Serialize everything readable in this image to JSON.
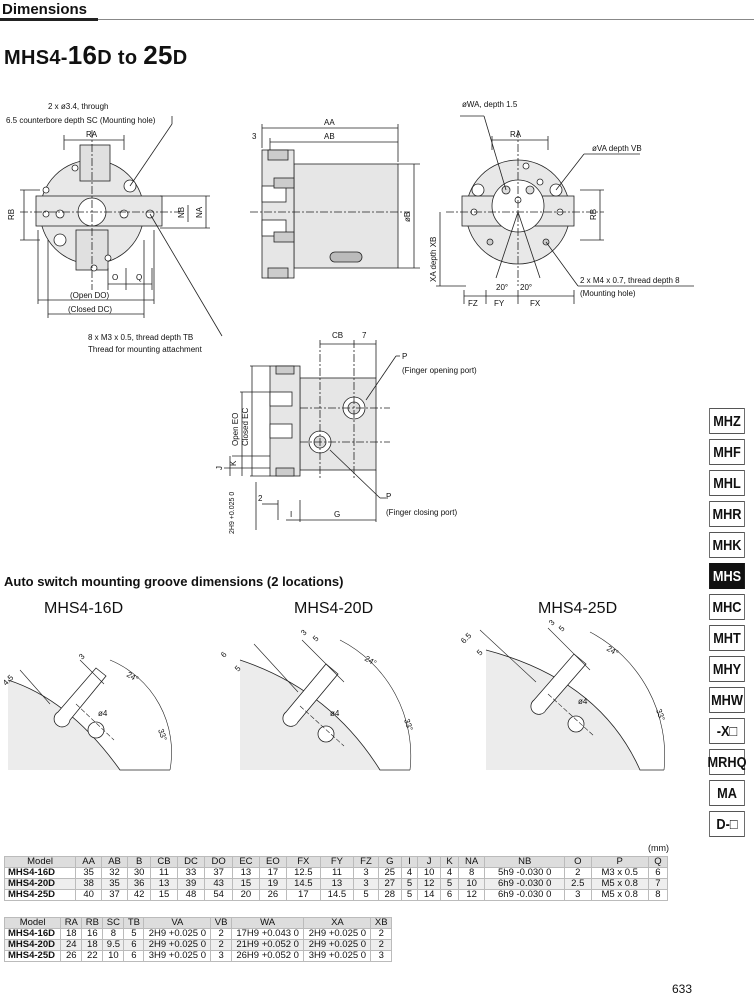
{
  "header": {
    "title": "Dimensions"
  },
  "model_title": {
    "prefix": "MHS4-",
    "n1": "16",
    "d1": "D",
    "to": " to ",
    "n2": "25",
    "d2": "D"
  },
  "front_view": {
    "hole_note_1": "2 x ø3.4, through",
    "hole_note_2": "6.5 counterbore depth SC (Mounting hole)",
    "RA": "RA",
    "RB": "RB",
    "NB": "NB",
    "NA": "NA",
    "O": "O",
    "Q": "Q",
    "open": "(Open DO)",
    "closed": "(Closed DC)",
    "thread_1": "8 x M3 x 0.5, thread depth TB",
    "thread_2": "Thread for mounting attachment"
  },
  "side_view": {
    "dim3": "3",
    "AA": "AA",
    "AB": "AB",
    "B": "øB"
  },
  "rear_view": {
    "WA": "øWA, depth 1.5",
    "RA": "RA",
    "VA": "øVA  depth VB",
    "RB": "RB",
    "XA": "XA  depth XB",
    "a20a": "20°",
    "a20b": "20°",
    "m4_1": "2 x M4 x 0.7, thread depth 8",
    "m4_2": "(Mounting hole)",
    "FZ": "FZ",
    "FY": "FY",
    "FX": "FX"
  },
  "port_view": {
    "CB": "CB",
    "seven": "7",
    "P1": "P",
    "P1n": "(Finger opening port)",
    "OpenEO": "Open EO",
    "ClosedEC": "Closed EC",
    "J": "J",
    "K": "K",
    "H9": "2H9 +0.025 0",
    "two": "2",
    "I": "I",
    "G": "G",
    "P2": "P",
    "P2n": "(Finger closing port)"
  },
  "groove": {
    "title": "Auto switch mounting groove dimensions (2 locations)",
    "models": [
      {
        "name": "MHS4-16D",
        "d1": "4.5",
        "d2": "3",
        "ang1": "24°",
        "dia": "ø4",
        "ang2": "33°"
      },
      {
        "name": "MHS4-20D",
        "d1": "6",
        "d2": "5",
        "d3": "3",
        "d4": "5",
        "ang1": "24°",
        "dia": "ø4",
        "ang2": "33°"
      },
      {
        "name": "MHS4-25D",
        "d1": "6.5",
        "d2": "5",
        "d3": "3",
        "d4": "5",
        "ang1": "24°",
        "dia": "ø4",
        "ang2": "33°"
      }
    ]
  },
  "sidebar": [
    "MHZ",
    "MHF",
    "MHL",
    "MHR",
    "MHK",
    "MHS",
    "MHC",
    "MHT",
    "MHY",
    "MHW",
    "-X□",
    "MRHQ",
    "MA",
    "D-□"
  ],
  "sidebar_active": "MHS",
  "unit": "(mm)",
  "table1": {
    "headers": [
      "Model",
      "AA",
      "AB",
      "B",
      "CB",
      "DC",
      "DO",
      "EC",
      "EO",
      "FX",
      "FY",
      "FZ",
      "G",
      "I",
      "J",
      "K",
      "NA",
      "NB",
      "O",
      "P",
      "Q"
    ],
    "rows": [
      [
        "MHS4-16D",
        "35",
        "32",
        "30",
        "11",
        "33",
        "37",
        "13",
        "17",
        "12.5",
        "11",
        "3",
        "25",
        "4",
        "10",
        "4",
        "8",
        "5h9 -0.030 0",
        "2",
        "M3 x 0.5",
        "6"
      ],
      [
        "MHS4-20D",
        "38",
        "35",
        "36",
        "13",
        "39",
        "43",
        "15",
        "19",
        "14.5",
        "13",
        "3",
        "27",
        "5",
        "12",
        "5",
        "10",
        "6h9 -0.030 0",
        "2.5",
        "M5 x 0.8",
        "7"
      ],
      [
        "MHS4-25D",
        "40",
        "37",
        "42",
        "15",
        "48",
        "54",
        "20",
        "26",
        "17",
        "14.5",
        "5",
        "28",
        "5",
        "14",
        "6",
        "12",
        "6h9 -0.030 0",
        "3",
        "M5 x 0.8",
        "8"
      ]
    ]
  },
  "table2": {
    "headers": [
      "Model",
      "RA",
      "RB",
      "SC",
      "TB",
      "VA",
      "VB",
      "WA",
      "XA",
      "XB"
    ],
    "rows": [
      [
        "MHS4-16D",
        "18",
        "16",
        "8",
        "5",
        "2H9 +0.025 0",
        "2",
        "17H9 +0.043 0",
        "2H9 +0.025 0",
        "2"
      ],
      [
        "MHS4-20D",
        "24",
        "18",
        "9.5",
        "6",
        "2H9 +0.025 0",
        "2",
        "21H9 +0.052 0",
        "2H9 +0.025 0",
        "2"
      ],
      [
        "MHS4-25D",
        "26",
        "22",
        "10",
        "6",
        "3H9 +0.025 0",
        "3",
        "26H9 +0.052 0",
        "3H9 +0.025 0",
        "3"
      ]
    ]
  },
  "page_number": "633"
}
